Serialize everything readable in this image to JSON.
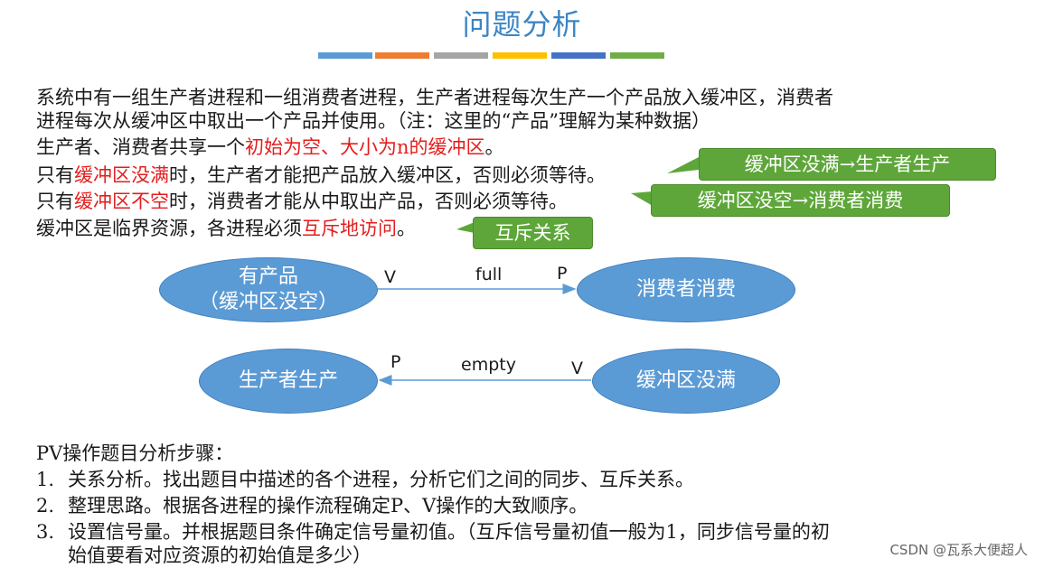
{
  "title": "问题分析",
  "color_bar": [
    "#5b9bd5",
    "#ed7d31",
    "#a5a5a5",
    "#ffc000",
    "#4472c4",
    "#70ad47"
  ],
  "lines": {
    "l1": "系统中有一组生产者进程和一组消费者进程，生产者进程每次生产一个产品放入缓冲区，消费者",
    "l2": "进程每次从缓冲区中取出一个产品并使用。（注：这里的“产品”理解为某种数据）",
    "l3_pre": "生产者、消费者共享一个",
    "l3_red": "初始为空、大小为n的缓冲区",
    "l3_post": "。",
    "l4_pre": "只有",
    "l4_red": "缓冲区没满",
    "l4_post": "时，生产者才能把产品放入缓冲区，否则必须等待。",
    "l5_pre": "只有",
    "l5_red": "缓冲区不空",
    "l5_post": "时，消费者才能从中取出产品，否则必须等待。",
    "l6_pre": "缓冲区是临界资源，各进程必须",
    "l6_red": "互斥地访问",
    "l6_post": "。"
  },
  "callouts": {
    "c1": "缓冲区没满→生产者生产",
    "c2": "缓冲区没空→消费者消费",
    "c3": "互斥关系"
  },
  "diagram": {
    "node_a_line1": "有产品",
    "node_a_line2": "（缓冲区没空）",
    "node_b": "消费者消费",
    "node_c": "生产者生产",
    "node_d": "缓冲区没满",
    "edge1_label": "full",
    "edge1_left": "V",
    "edge1_right": "P",
    "edge2_label": "empty",
    "edge2_left": "P",
    "edge2_right": "V"
  },
  "steps": {
    "heading": "PV操作题目分析步骤：",
    "s1_num": "1.",
    "s1": "关系分析。找出题目中描述的各个进程，分析它们之间的同步、互斥关系。",
    "s2_num": "2.",
    "s2": "整理思路。根据各进程的操作流程确定P、V操作的大致顺序。",
    "s3_num": "3.",
    "s3a": "设置信号量。并根据题目条件确定信号量初值。（互斥信号量初值一般为1，同步信号量的初",
    "s3b": "始值要看对应资源的初始值是多少）"
  },
  "watermark": "CSDN @瓦系大便超人"
}
